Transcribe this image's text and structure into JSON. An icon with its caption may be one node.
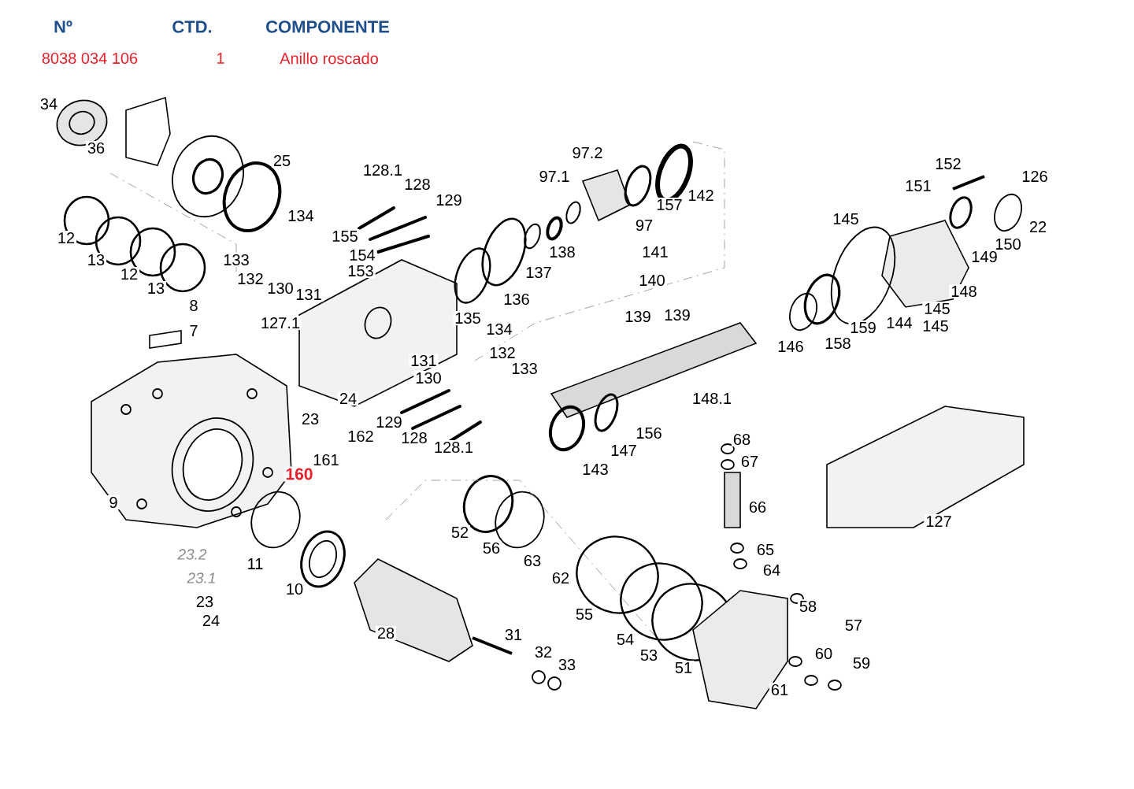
{
  "diagram": {
    "labels": [
      "Nº",
      "CTD.",
      "COMPONENTE",
      "8038 034 106",
      "1",
      "Anillo roscado",
      "34",
      "36",
      "25",
      "128.1",
      "128",
      "129",
      "97.2",
      "97.1",
      "157",
      "142",
      "134",
      "12",
      "13",
      "12",
      "13",
      "133",
      "155",
      "154",
      "153",
      "132",
      "130",
      "131",
      "138",
      "137",
      "136",
      "97",
      "141",
      "140",
      "139",
      "139",
      "8",
      "7",
      "127.1",
      "135",
      "134",
      "131",
      "132",
      "130",
      "133",
      "152",
      "126",
      "151",
      "145",
      "22",
      "150",
      "149",
      "148",
      "145",
      "159",
      "144",
      "145",
      "146",
      "158",
      "148.1",
      "156",
      "147",
      "143",
      "68",
      "67",
      "66",
      "127",
      "65",
      "64",
      "24",
      "23",
      "129",
      "162",
      "128",
      "128.1",
      "161",
      "160",
      "9",
      "52",
      "56",
      "63",
      "62",
      "11",
      "23.2",
      "23.1",
      "23",
      "24",
      "10",
      "28",
      "55",
      "54",
      "53",
      "51",
      "58",
      "57",
      "60",
      "59",
      "61",
      "31",
      "32",
      "33"
    ]
  }
}
